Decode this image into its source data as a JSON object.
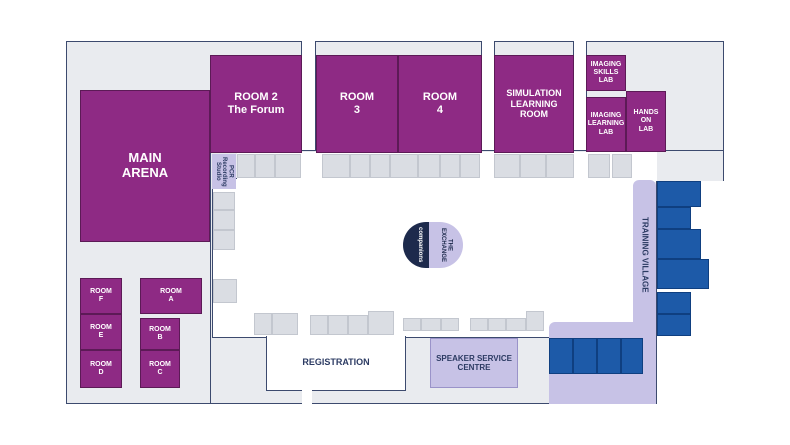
{
  "rooms": {
    "main_arena": "MAIN\nARENA",
    "room2": "ROOM 2\nThe Forum",
    "room3": "ROOM\n3",
    "room4": "ROOM\n4",
    "simulation": "SIMULATION\nLEARNING\nROOM",
    "imaging_skills": "IMAGING\nSKILLS\nLAB",
    "imaging_learning": "IMAGING\nLEARNING\nLAB",
    "hands_on": "HANDS\nON\nLAB",
    "room_f": "ROOM\nF",
    "room_e": "ROOM\nE",
    "room_d": "ROOM\nD",
    "room_a": "ROOM\nA",
    "room_b": "ROOM\nB",
    "room_c": "ROOM\nC"
  },
  "areas": {
    "pcr_studio": "PCR\nRecording\nStudio",
    "training_village": "TRAINING VILLAGE",
    "registration": "REGISTRATION",
    "speaker_centre": "SPEAKER SERVICE\nCENTRE",
    "exchange": "THE\nEXCHANGE",
    "companions": "companions"
  },
  "colors": {
    "room": "#8e2a84",
    "booth": "#dadde3",
    "training_booth": "#1d5aa8",
    "accent": "#c7c2e6",
    "floor": "#e9ebef",
    "logo": "#1d2a4c"
  }
}
